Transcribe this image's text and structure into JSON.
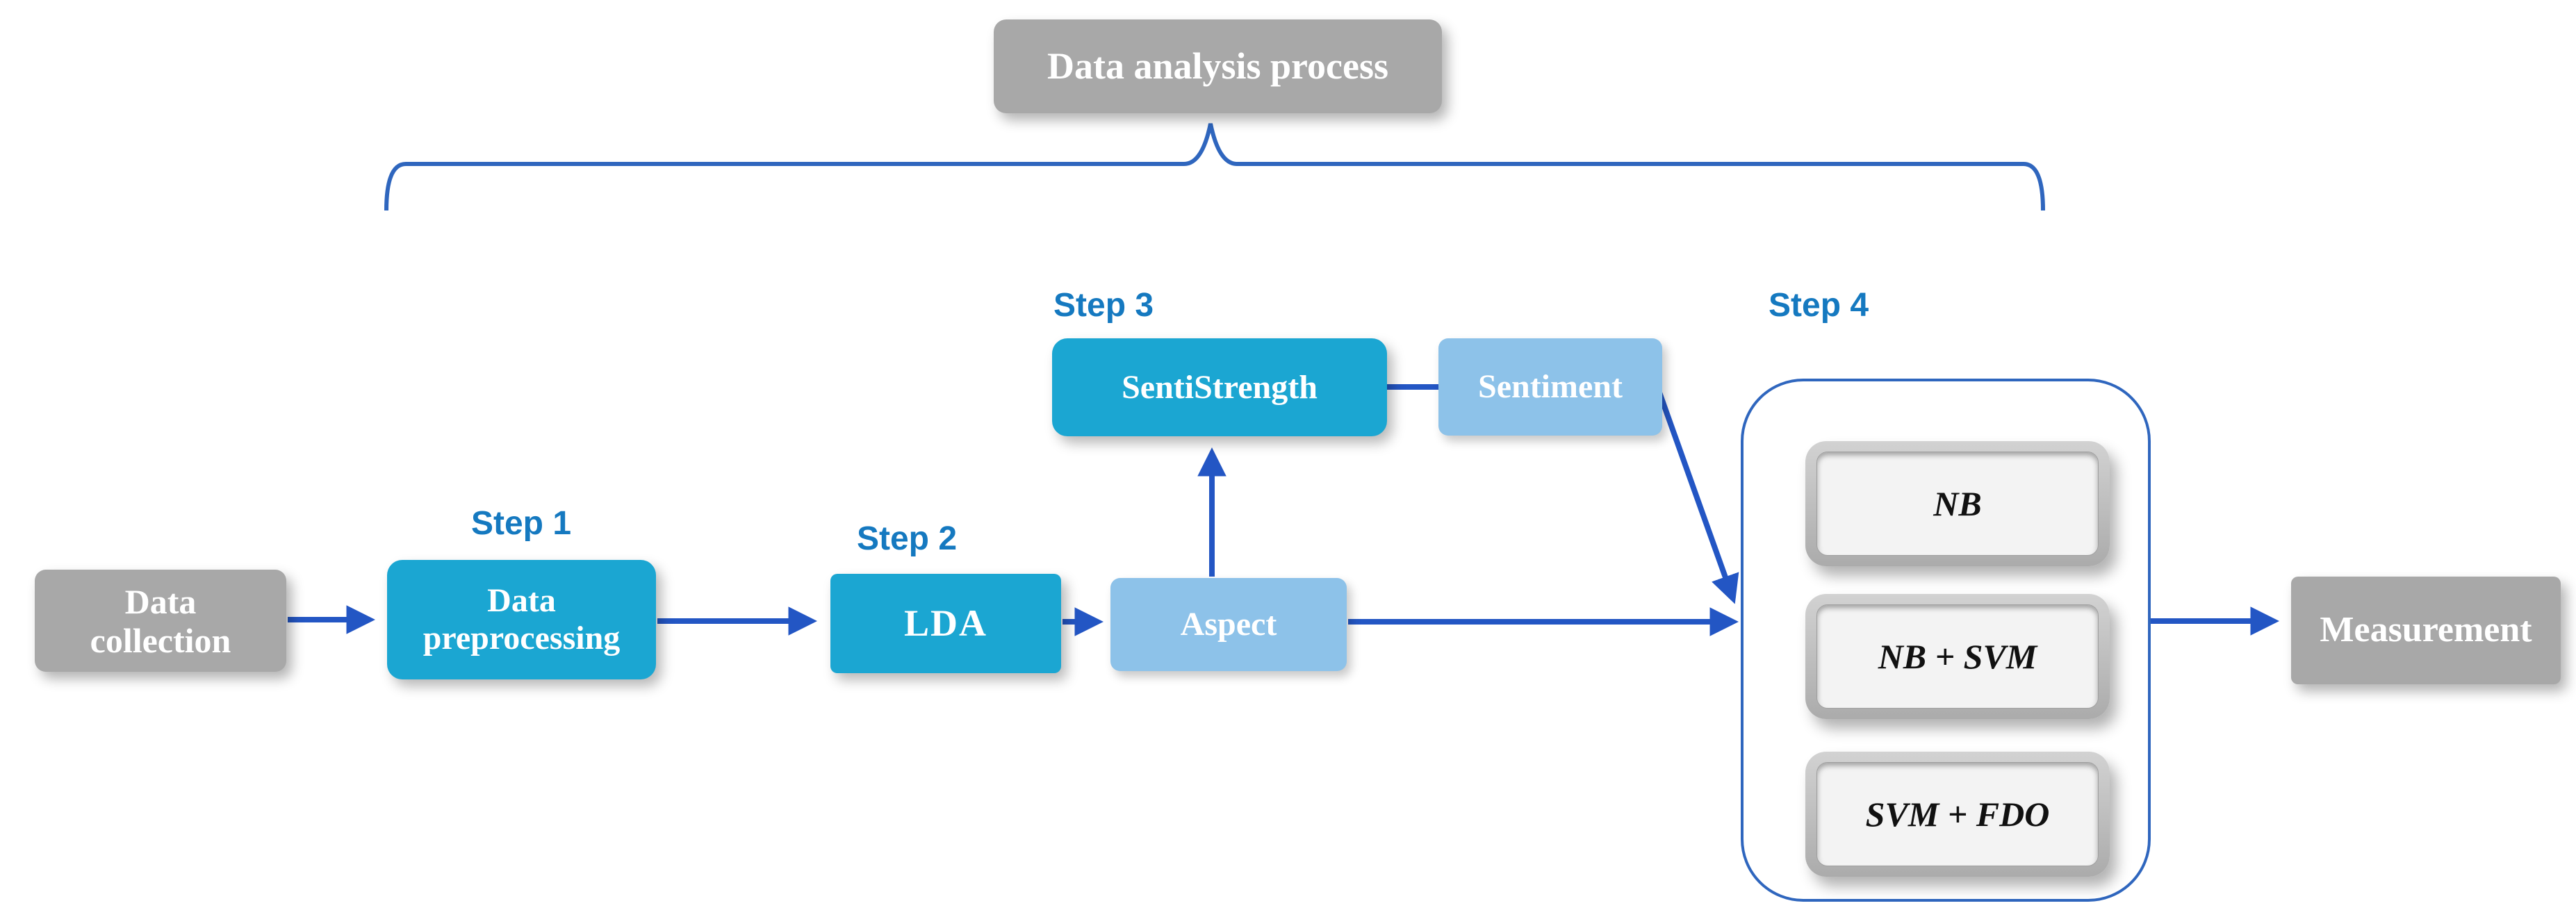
{
  "title": {
    "label": "Data analysis process"
  },
  "steps": {
    "step1": "Step 1",
    "step2": "Step 2",
    "step3": "Step 3",
    "step4": "Step 4"
  },
  "nodes": {
    "data_collection": "Data collection",
    "data_preprocessing": "Data preprocessing",
    "lda": "LDA",
    "aspect": "Aspect",
    "sentistrength": "SentiStrength",
    "sentiment": "Sentiment",
    "measurement": "Measurement"
  },
  "classifiers": [
    "NB",
    "NB + SVM",
    "SVM + FDO"
  ],
  "colors": {
    "cyan": "#1ba6d2",
    "lightblue": "#8dc2e9",
    "gray": "#a8a8a8",
    "steplabel": "#1579c0",
    "arrow": "#2356c4",
    "outline": "#2f66be",
    "btn-inner": "#f3f3f3",
    "btn-text": "#111111"
  }
}
